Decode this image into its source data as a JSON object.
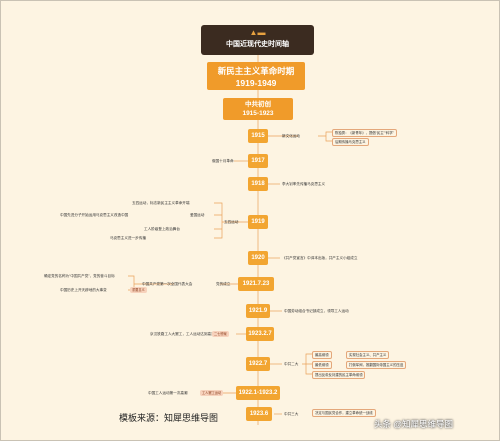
{
  "root": {
    "icon": "temple-icon",
    "title": "中国近现代史时间轴"
  },
  "period": {
    "name": "新民主主义革命时期",
    "years": "1919-1949"
  },
  "sub": {
    "name": "中共初创",
    "years": "1915-1923"
  },
  "years": [
    "1915",
    "1917",
    "1918",
    "1919",
    "1920",
    "1921.7.23",
    "1921.9",
    "1923.2.7",
    "1922.7",
    "1922.1-1923.2",
    "1923.6"
  ],
  "events": {
    "e1915": "新文化运动",
    "e1915a": "陈独秀：《新青年》，提倡“民主”“科学”",
    "e1915b": "后期传播马克思主义",
    "e1917": "俄国十月革命",
    "e1918": "李大钊率先传播马克思主义",
    "e1919": "五四运动",
    "e1919a": "五四运动，标志新民主主义革命开端",
    "e1919b": "爱国运动",
    "e1919c": "工人阶级登上政治舞台",
    "e1919d": "马克思主义进一步传播",
    "e1919e": "中国先进分子开始运用马克思主义改造中国",
    "e1920": "《共产党宣言》中译本出版，共产主义小组成立",
    "e1921a": "中国共产党第一次全国代表大会",
    "e1921b": "党的成立",
    "e1921c": "确定党的名称为“中国共产党”，党的奋斗目标",
    "e1921d": "中国历史上开天辟地的大事变",
    "e1921tag": "重要意义",
    "e1921_9": "中国劳动组合书记部成立，领导工人运动",
    "e1923_2_7": "京汉铁路工人大罢工，工人运动达到高潮",
    "e1923tag": "二七惨案",
    "e1922_7": "中共二大",
    "e1922_7a": "最高纲领",
    "e1922_7b": "实现社会主义、共产主义",
    "e1922_7c": "最低纲领",
    "e1922_7d": "打倒军阀，推翻国际帝国主义的压迫",
    "e1922_7e": "提出反帝反封建的民主革命纲领",
    "e1922_1": "中国工人运动第一次高潮",
    "e1922_1tag": "工人罢工运动",
    "e1923_6": "中共三大",
    "e1923_6a": "决定与国民党合作，建立革命统一战线"
  },
  "footer": "模板来源：知犀思维导图",
  "watermark": "头条 @知犀思维导图"
}
